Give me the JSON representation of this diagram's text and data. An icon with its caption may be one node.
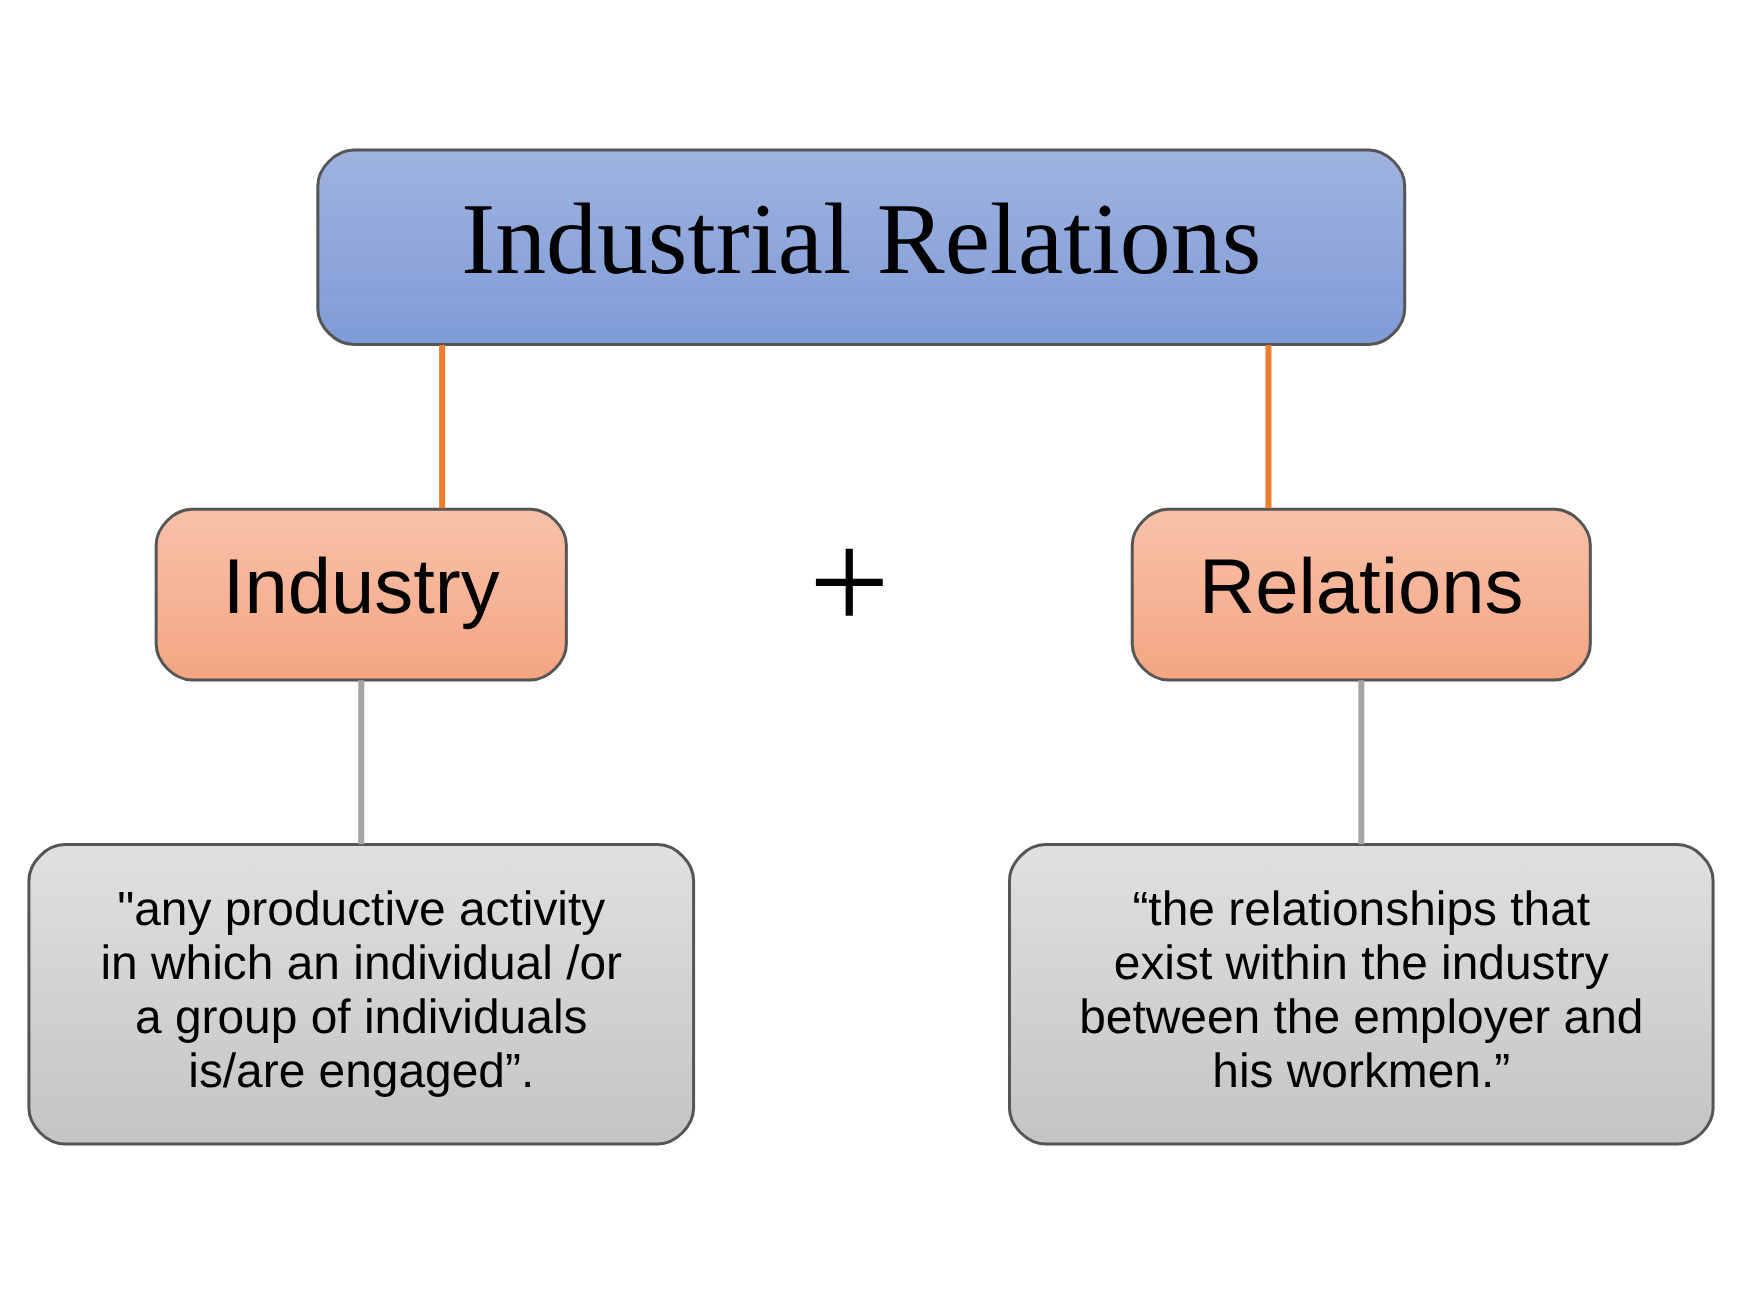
{
  "diagram": {
    "nodes": [
      {
        "text": [
          "Industrial Relations"
        ]
      },
      {
        "text": [
          "Industry"
        ]
      },
      {
        "text": [
          "Relations"
        ]
      },
      {
        "text": [
          "\"any productive activity in which an individual /or a group of individuals is/are engaged”."
        ]
      },
      {
        "text": [
          "“the relationships that exist within the industry between the employer and his workmen.”"
        ]
      }
    ],
    "edges": [
      {
        "from": 0,
        "to": 1,
        "arrow": "none",
        "color": "#ed7d31"
      },
      {
        "from": 0,
        "to": 2,
        "arrow": "none",
        "color": "#ed7d31"
      },
      {
        "from": 1,
        "to": 3,
        "arrow": "none",
        "color": "#a6a6a6"
      },
      {
        "from": 2,
        "to": 4,
        "arrow": "none",
        "color": "#a6a6a6"
      }
    ],
    "labels": [
      "+"
    ]
  }
}
